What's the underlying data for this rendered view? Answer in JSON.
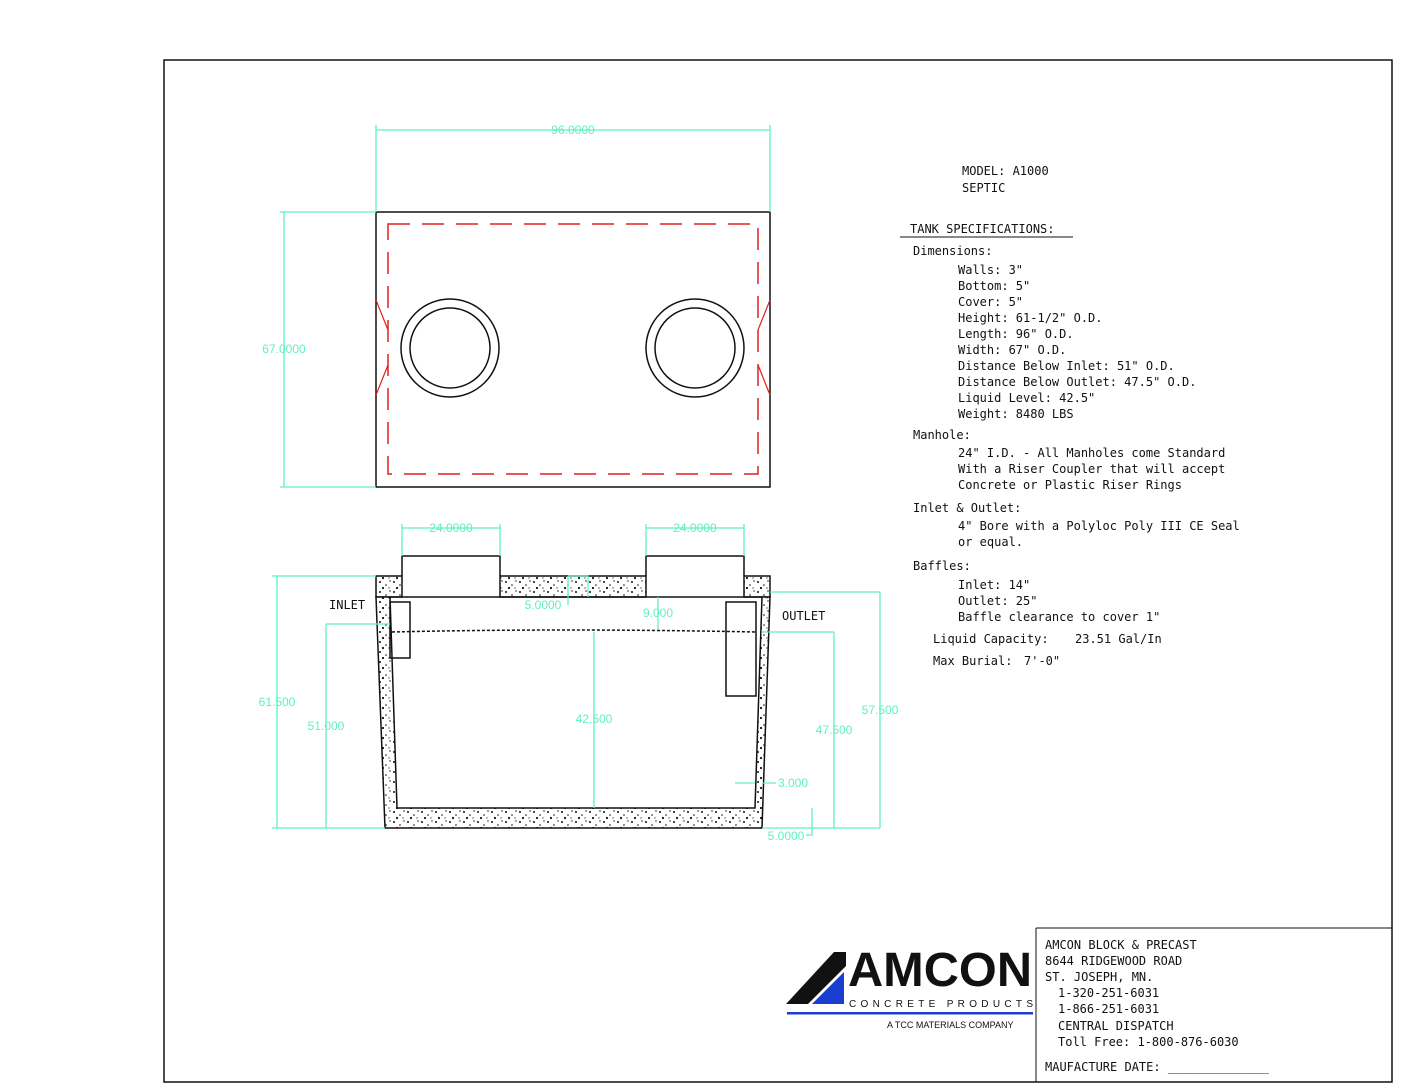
{
  "dimensions": {
    "plan_length": "96.0000",
    "plan_width": "67.0000",
    "manhole_left": "24.0000",
    "manhole_right": "24.0000",
    "cover_thickness": "5.0000",
    "baffle_clearance": "9.000",
    "total_height": "61.500",
    "inlet_height": "51.000",
    "liquid_level": "42.500",
    "outlet_height": "47.500",
    "outlet_total": "57.500",
    "wall_thickness": "3.000",
    "bottom_thickness": "5.0000"
  },
  "labels": {
    "inlet": "INLET",
    "outlet": "OUTLET"
  },
  "model": {
    "line1": "MODEL: A1000",
    "line2": "SEPTIC"
  },
  "specs": {
    "title": "TANK SPECIFICATIONS:",
    "dimensions_heading": "Dimensions:",
    "dimensions": [
      "Walls: 3\"",
      "Bottom: 5\"",
      "Cover: 5\"",
      "Height: 61-1/2\" O.D.",
      "Length: 96\" O.D.",
      "Width: 67\" O.D.",
      "Distance Below Inlet: 51\" O.D.",
      "Distance Below Outlet: 47.5\" O.D.",
      "Liquid Level: 42.5\"",
      "Weight: 8480 LBS"
    ],
    "manhole_heading": "Manhole:",
    "manhole": [
      "24\" I.D. - All Manholes come Standard",
      "With a Riser Coupler that will accept",
      "Concrete or Plastic Riser Rings"
    ],
    "inlet_outlet_heading": "Inlet & Outlet:",
    "inlet_outlet": [
      "4\" Bore with a Polyloc Poly III CE Seal",
      "or equal."
    ],
    "baffles_heading": "Baffles:",
    "baffles": [
      "Inlet: 14\"",
      "Outlet: 25\"",
      "Baffle clearance to cover 1\""
    ],
    "capacity_label": "Liquid Capacity:",
    "capacity_value": "23.51 Gal/In",
    "burial_label": "Max Burial:",
    "burial_value": "7'-0\""
  },
  "logo": {
    "name": "AMCON",
    "sub": "CONCRETE PRODUCTS",
    "tagline": "A TCC MATERIALS COMPANY",
    "blue": "#1a3fd0"
  },
  "title_block": {
    "company": "AMCON BLOCK & PRECAST",
    "address": "8644 RIDGEWOOD ROAD",
    "city": "ST. JOSEPH, MN.",
    "phone1": "1-320-251-6031",
    "phone2": "1-866-251-6031",
    "dispatch": "CENTRAL DISPATCH",
    "toll_free": "Toll Free: 1-800-876-6030",
    "date_label": "MAUFACTURE DATE: ______________"
  }
}
